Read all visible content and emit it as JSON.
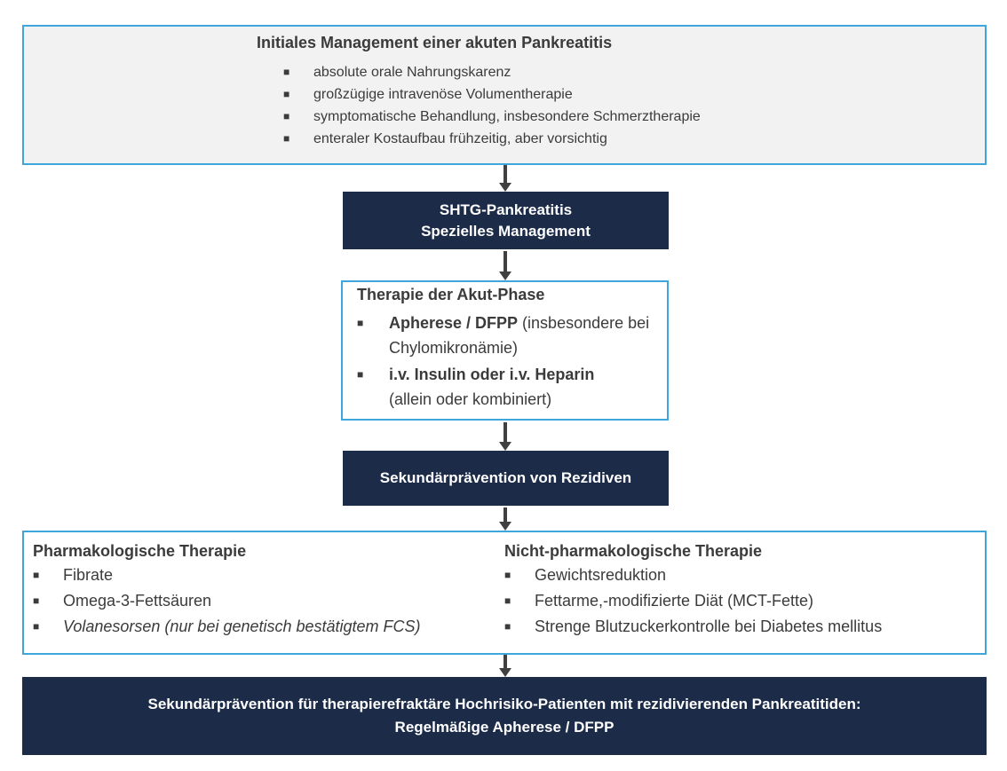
{
  "initial": {
    "title": "Initiales Management einer akuten Pankreatitis",
    "items": [
      "absolute orale Nahrungskarenz",
      "großzügige intravenöse Volumentherapie",
      "symptomatische Behandlung, insbesondere Schmerztherapie",
      "enteraler Kostaufbau frühzeitig, aber vorsichtig"
    ]
  },
  "shtg": {
    "line1": "SHTG-Pankreatitis",
    "line2": "Spezielles Management"
  },
  "acute": {
    "title": "Therapie der Akut-Phase",
    "item1_bold": "Apherese / DFPP",
    "item1_rest": " (insbesondere bei Chylomikronämie)",
    "item2_bold": "i.v. Insulin oder i.v. Heparin",
    "item2_rest": "(allein oder kombiniert)"
  },
  "secondary": {
    "title": "Sekundärprävention von Rezidiven"
  },
  "pharma": {
    "title": "Pharmakologische Therapie",
    "items": [
      "Fibrate",
      "Omega-3-Fettsäuren",
      "Volanesorsen (nur bei genetisch bestätigtem FCS)"
    ]
  },
  "nonpharma": {
    "title": "Nicht-pharmakologische Therapie",
    "items": [
      "Gewichtsreduktion",
      "Fettarme,-modifizierte Diät (MCT-Fette)",
      "Strenge Blutzuckerkontrolle bei Diabetes mellitus"
    ]
  },
  "final": {
    "line1": "Sekundärprävention für therapierefraktäre Hochrisiko-Patienten mit rezidivierenden Pankreatitiden:",
    "line2": "Regelmäßige Apherese / DFPP"
  },
  "bullet_glyph": "■",
  "colors": {
    "box_border": "#3fa6dc",
    "dark_fill": "#1b2b48",
    "light_grey_fill": "#f2f2f2",
    "arrow": "#404040"
  }
}
